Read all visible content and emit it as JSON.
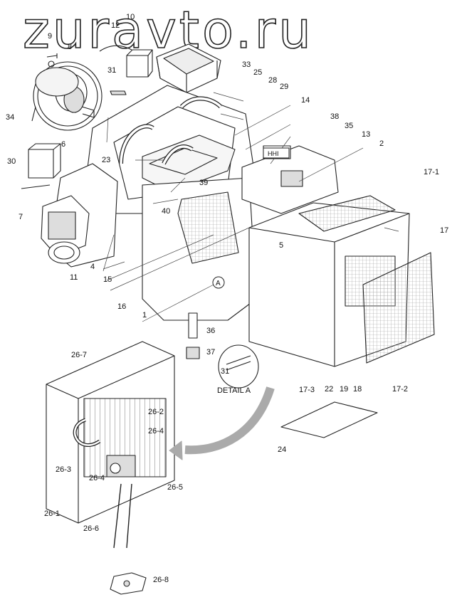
{
  "watermark": "zuravto.ru",
  "detail_caption": "DETAIL A",
  "detail_marker": "A",
  "nameplate": "HHI",
  "labels": {
    "p9": "9",
    "p10": "10",
    "p12": "12",
    "p8": "8",
    "p31a": "31",
    "p33": "33",
    "p25": "25",
    "p28": "28",
    "p29": "29",
    "p34": "34",
    "p14": "14",
    "p38": "38",
    "p35": "35",
    "p13": "13",
    "p6": "6",
    "p23": "23",
    "p2": "2",
    "p30": "30",
    "p39": "39",
    "p17_1": "17-1",
    "p40": "40",
    "p7": "7",
    "p17": "17",
    "p5": "5",
    "p11": "11",
    "p4": "4",
    "p15": "15",
    "p16": "16",
    "p1": "1",
    "p36": "36",
    "p37": "37",
    "p26_7": "26-7",
    "p31b": "31",
    "p17_3": "17-3",
    "p22": "22",
    "p19": "19",
    "p18": "18",
    "p17_2": "17-2",
    "p26_2": "26-2",
    "p26_4a": "26-4",
    "p26_3": "26-3",
    "p26_4b": "26-4",
    "p26_5": "26-5",
    "p24": "24",
    "p26_1": "26-1",
    "p26_6": "26-6",
    "p26_8": "26-8"
  }
}
